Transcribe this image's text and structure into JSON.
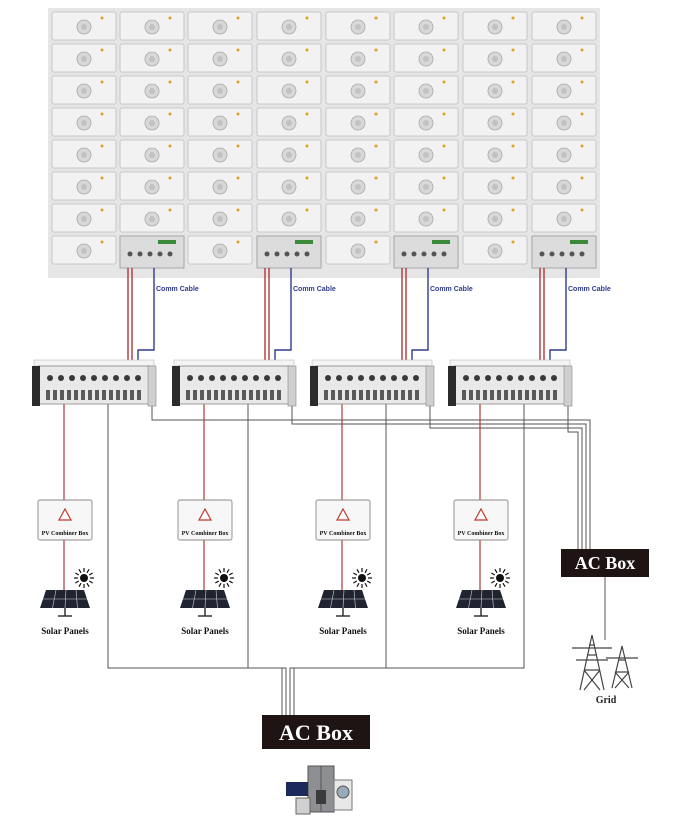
{
  "colors": {
    "battery_case": "#f2f2f2",
    "battery_edge": "#bdbdbd",
    "dc_wire": "#b2363a",
    "comm_wire": "#2f3b8f",
    "ac_wire": "#555555",
    "ac_box": "#1f1414",
    "ac_box_text": "#ffffff",
    "inverter_body": "#e9e9e9",
    "inverter_dark": "#2b2b2b",
    "panel": "#1f2430"
  },
  "comm_cable_labels": [
    "Comm Cable",
    "Comm Cable",
    "Comm Cable",
    "Comm Cable"
  ],
  "pv_combiner_labels": [
    "PV Combiner Box",
    "PV Combiner Box",
    "PV Combiner Box",
    "PV Combiner Box"
  ],
  "solar_panel_labels": [
    "Solar Panels",
    "Solar Panels",
    "Solar Panels",
    "Solar Panels"
  ],
  "ac_box_grid_label": "AC Box",
  "ac_box_load_label": "AC Box",
  "grid_label": "Grid",
  "icons": {
    "battery": "battery-module-icon",
    "inverter": "hybrid-inverter-icon",
    "combiner": "combiner-box-warning-icon",
    "solar": "solar-panel-sun-icon",
    "grid": "transmission-tower-icon",
    "appliances": "home-appliances-icon"
  }
}
